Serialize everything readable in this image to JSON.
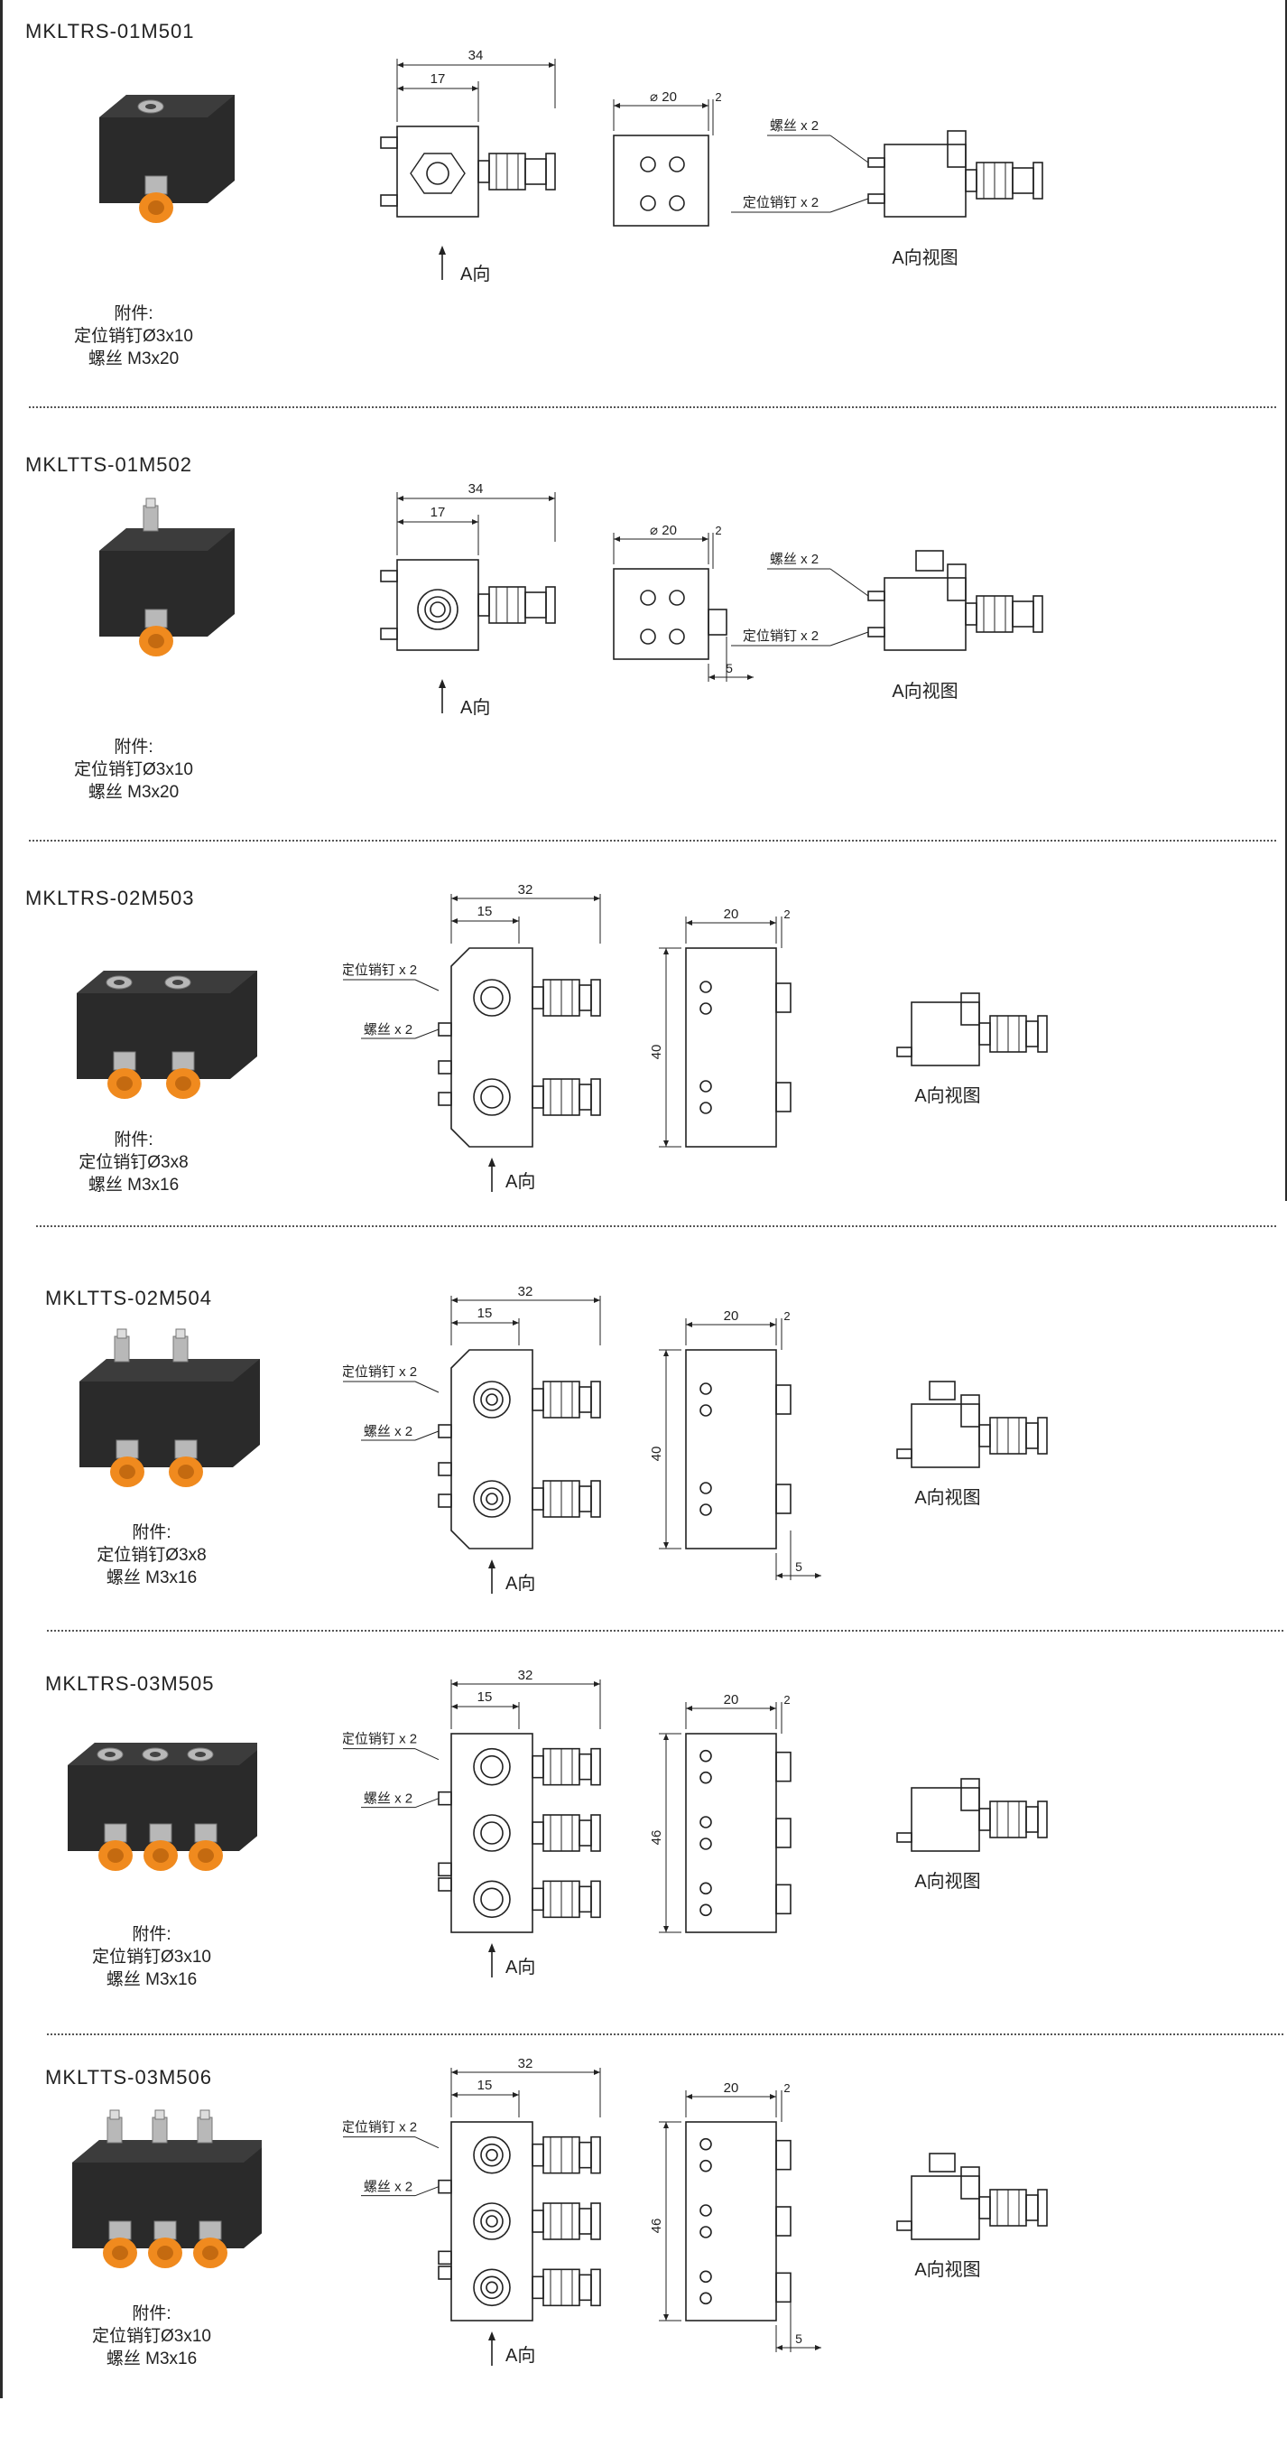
{
  "sections": [
    {
      "title": "MKLTRS-01M501",
      "caption": [
        "附件:",
        "定位销钉Ø3x10",
        "螺丝 M3x20"
      ],
      "variant": "RS",
      "ports": 1
    },
    {
      "title": "MKLTTS-01M502",
      "caption": [
        "附件:",
        "定位销钉Ø3x10",
        "螺丝 M3x20"
      ],
      "variant": "TS",
      "ports": 1
    },
    {
      "title": "MKLTRS-02M503",
      "caption": [
        "附件:",
        "定位销钉Ø3x8",
        "螺丝 M3x16"
      ],
      "variant": "RS",
      "ports": 2
    },
    {
      "title": "MKLTTS-02M504",
      "caption": [
        "附件:",
        "定位销钉Ø3x8",
        "螺丝 M3x16"
      ],
      "variant": "TS",
      "ports": 2
    },
    {
      "title": "MKLTRS-03M505",
      "caption": [
        "附件:",
        "定位销钉Ø3x10",
        "螺丝 M3x16"
      ],
      "variant": "RS",
      "ports": 3
    },
    {
      "title": "MKLTTS-03M506",
      "caption": [
        "附件:",
        "定位销钉Ø3x10",
        "螺丝 M3x16"
      ],
      "variant": "TS",
      "ports": 3
    }
  ],
  "drawing_text": {
    "dim_34": "34",
    "dim_32": "32",
    "dim_17": "17",
    "dim_15": "15",
    "dim_20": "20",
    "dim_dia20": "⌀ 20",
    "dim_2": "2",
    "dim_5": "5",
    "dim_40": "40",
    "dim_46": "46",
    "label_screw": "螺丝 x 2",
    "label_pin": "定位销钉 x 2",
    "label_a_dir": "A向",
    "label_a_view": "A向视图"
  },
  "colors": {
    "orange": "#f08a1e",
    "body": "#1b1b1b",
    "metal": "#b8b8b8",
    "line": "#222222"
  }
}
